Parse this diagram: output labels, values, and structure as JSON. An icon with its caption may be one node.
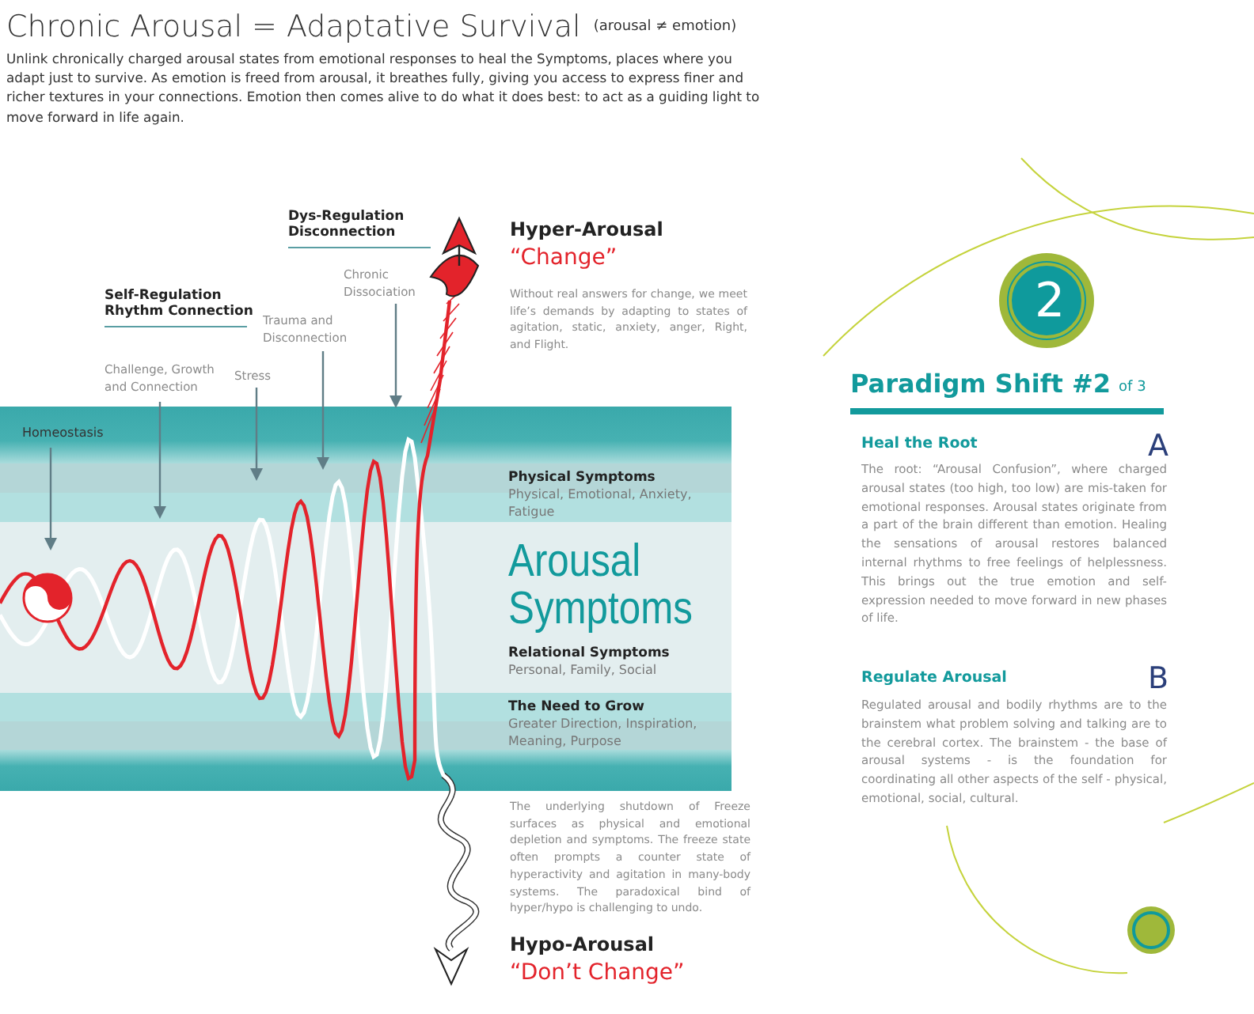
{
  "diagram": {
    "title": "Chronic Arousal = Adaptative Survival",
    "nodes": [
      {
        "text": [
          "Homeostasis"
        ]
      },
      {
        "text": [
          "Challenge, Growth and Connection"
        ]
      },
      {
        "text": [
          "Stress"
        ]
      },
      {
        "text": [
          "Trauma and Disconnection"
        ]
      },
      {
        "text": [
          "Chronic Dissociation"
        ]
      },
      {
        "text": [
          "Physical Symptoms",
          "Physical, Emotional, Anxiety, Fatigue"
        ]
      },
      {
        "text": [
          "Arousal Symptoms",
          "Relational Symptoms",
          "Personal, Family, Social"
        ]
      },
      {
        "text": [
          "The Need to Grow",
          "Greater Direction, Inspiration, Meaning, Purpose"
        ]
      },
      {
        "text": [
          "2"
        ]
      }
    ],
    "edges": [
      {
        "from": 0,
        "to": 6,
        "arrow": "to"
      },
      {
        "from": 1,
        "to": 5,
        "arrow": "to"
      },
      {
        "from": 2,
        "to": 5,
        "arrow": "to"
      },
      {
        "from": 3,
        "to": 5,
        "arrow": "to"
      },
      {
        "from": 4,
        "to": null,
        "arrow": "to"
      }
    ],
    "labels": [
      "(arousal ≠ emotion)",
      "Unlink chronically charged arousal states from emotional responses to heal the Symptoms, places where you adapt just to survive.  As emotion is freed from arousal, it breathes fully, giving you access to express finer and richer textures in your connections.  Emotion then comes alive to do what it does best:  to act as a guiding light to move forward in life again.",
      "Dys-Regulation Disconnection",
      "Self-Regulation Rhythm Connection",
      "Hyper-Arousal",
      "“Change”",
      "Without real answers for change, we meet life’s demands by adapting to states of agitation, static, anxiety, anger, Right, and Flight.",
      "The underlying shutdown of Freeze surfaces as physical and emotional depletion and symptoms. The freeze state often prompts a counter state of hyperactivity and agitation in many-body systems.  The paradoxical bind of hyper/hypo is challenging to undo.",
      "Hypo-Arousal",
      "“Don’t Change”",
      "Paradigm Shift #2",
      "of 3",
      "Heal the Root",
      "A",
      "The root:   “Arousal Confusion”, where charged arousal states (too high, too low) are mis-taken for emotional responses. Arousal states originate from a part of the brain different than emotion. Healing the sensations of arousal restores balanced internal rhythms to free feelings of helplessness. This brings out the true emotion and self-expression needed to move forward in new phases of life.",
      "Regulate Arousal",
      "B",
      "Regulated arousal and bodily rhythms are to the brainstem what problem solving and talking are to the cerebral cortex.  The brainstem - the base of arousal systems -  is the foundation for coordinating all other aspects of the self - physical, emotional, social, cultural."
    ]
  }
}
